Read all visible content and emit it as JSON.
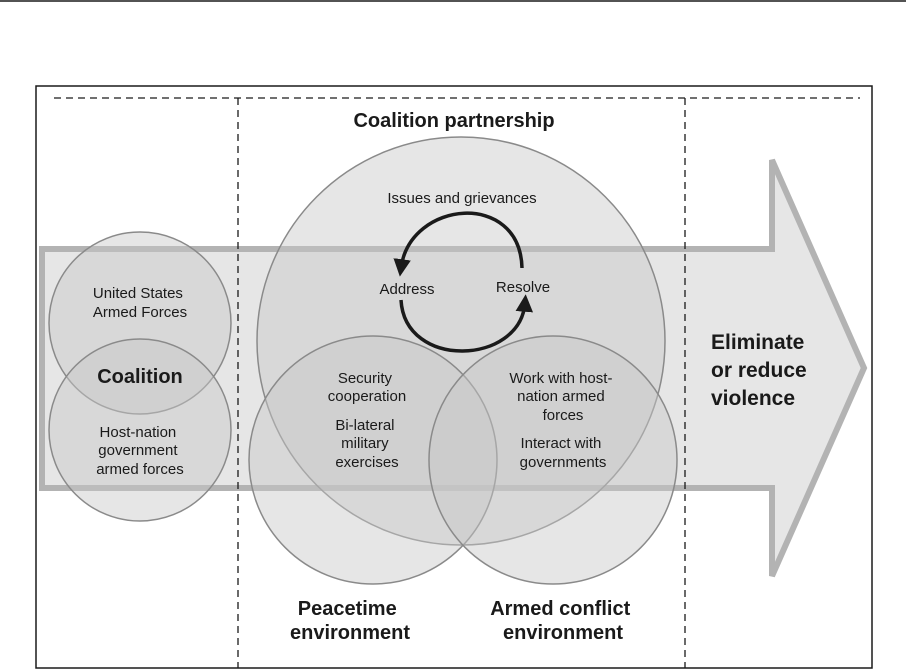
{
  "diagram": {
    "coalition_group": {
      "top_circle_label": [
        "United States",
        "Armed Forces"
      ],
      "overlap_label": "Coalition",
      "bottom_circle_label": [
        "Host-nation",
        "government",
        "armed forces"
      ]
    },
    "partnership": {
      "heading": "Coalition partnership",
      "issues_label": "Issues and grievances",
      "cycle_left": "Address",
      "cycle_right": "Resolve"
    },
    "peacetime": {
      "items": [
        [
          "Security",
          "cooperation"
        ],
        [
          "Bi-lateral",
          "military",
          "exercises"
        ]
      ],
      "caption": [
        "Peacetime",
        "environment"
      ]
    },
    "armed_conflict": {
      "items": [
        [
          "Work with host-",
          "nation armed",
          "forces"
        ],
        [
          "Interact with",
          "governments"
        ]
      ],
      "caption": [
        "Armed conflict",
        "environment"
      ]
    },
    "outcome": [
      "Eliminate",
      "or reduce",
      "violence"
    ],
    "colors": {
      "arrow_fill": "#e6e6e6",
      "arrow_stroke": "#b3b3b3",
      "circle_fill": "#c8c8c8",
      "circle_stroke": "#8a8a8a",
      "line": "#1a1a1a"
    }
  }
}
